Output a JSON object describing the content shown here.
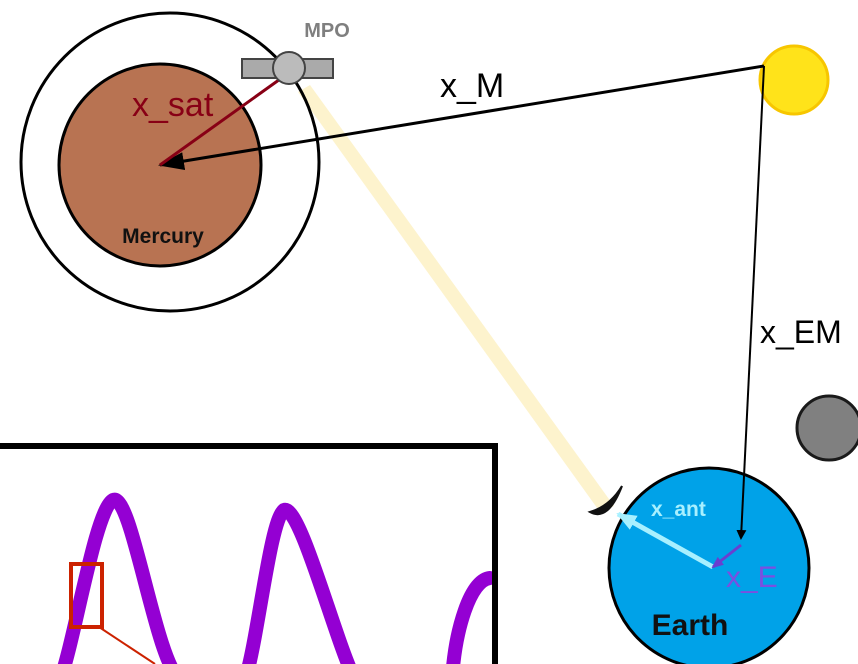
{
  "labels": {
    "spacecraft": "MPO",
    "planet_mercury": "Mercury",
    "planet_earth": "Earth",
    "vec_sat": "x_sat",
    "vec_mercury": "x_M",
    "vec_earth_moon": "x_EM",
    "vec_antenna": "x_ant",
    "vec_earth": "x_E"
  },
  "colors": {
    "mercury": "#b87352",
    "earth": "#00a2e8",
    "sun": "#ffe31a",
    "sun_outline": "#f7c600",
    "moon": "#808080",
    "vec_sat": "#880015",
    "vec_earth": "#6a3fd0",
    "vec_antenna": "#a8f0ff",
    "beam": "#fdf2c8",
    "curve": "#9400d3",
    "zoom_box": "#cc2200"
  },
  "icons": {
    "spacecraft": "satellite-icon",
    "antenna": "dish-antenna-icon"
  }
}
